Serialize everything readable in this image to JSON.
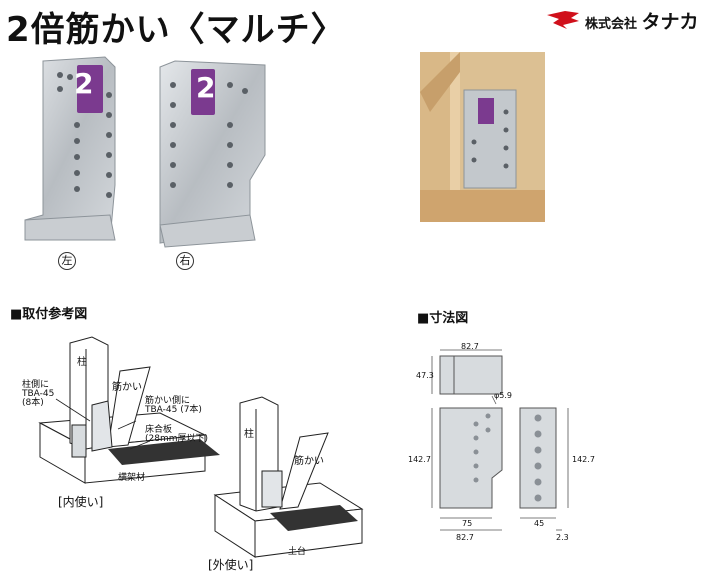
{
  "header": {
    "title": "2倍筋かい〈マルチ〉",
    "brand_prefix": "株式会社",
    "brand_name": "タナカ",
    "brand_color": "#d0101b"
  },
  "product": {
    "left_label": "左",
    "right_label": "右",
    "badge_number": "2",
    "badge_color": "#7b3a8f"
  },
  "install_section": {
    "heading": "■取付参考図",
    "labels": {
      "pillar": "柱",
      "brace": "筋かい",
      "pillar_side_line1": "柱側に",
      "pillar_side_line2": "TBA-45",
      "pillar_side_line3": "(8本)",
      "brace_side_line1": "筋かい側に",
      "brace_side_line2": "TBA-45 (7本)",
      "floor_line1": "床合板",
      "floor_line2": "(28mm厚以下)",
      "beam": "横架材",
      "inner_use": "[内使い]",
      "pillar2": "柱",
      "brace2": "筋かい",
      "sill": "土台",
      "outer_use": "[外使い]"
    }
  },
  "dimension_section": {
    "heading": "■寸法図",
    "dims": {
      "top_width": "82.7",
      "top_height": "47.3",
      "hole_dia": "φ5.9",
      "height_left": "142.7",
      "height_right": "142.7",
      "bottom_inner": "75",
      "bottom_width": "82.7",
      "side_width": "45",
      "thickness": "2.3"
    }
  }
}
